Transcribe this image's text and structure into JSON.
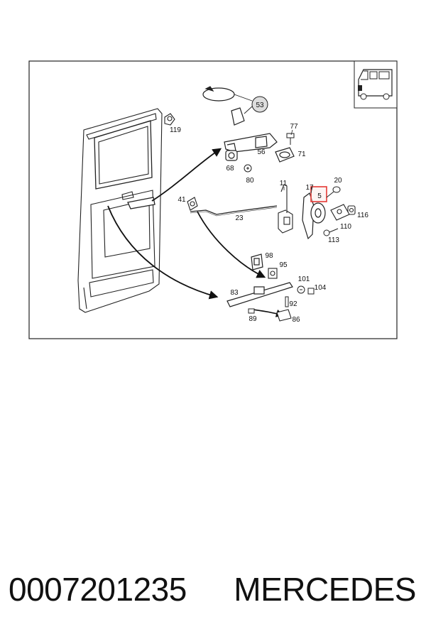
{
  "diagram": {
    "callouts": [
      "53",
      "119",
      "77",
      "56",
      "71",
      "68",
      "80",
      "11",
      "17",
      "20",
      "5",
      "41",
      "23",
      "116",
      "110",
      "113",
      "98",
      "95",
      "101",
      "104",
      "83",
      "92",
      "89",
      "86"
    ],
    "highlighted_callout": "5",
    "highlight_color": "#e53935"
  },
  "footer": {
    "part_number": "0007201235",
    "brand": "MERCEDES"
  }
}
